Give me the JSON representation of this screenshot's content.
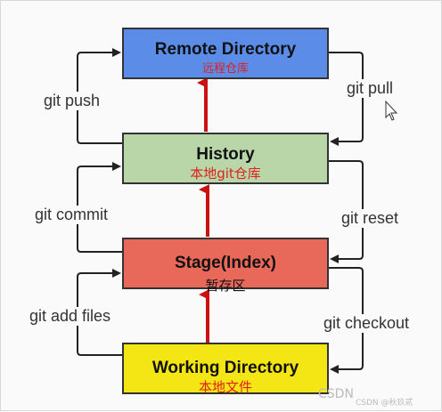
{
  "boxes": {
    "remote": {
      "title": "Remote Directory",
      "subtitle": "远程仓库"
    },
    "history": {
      "title": "History",
      "subtitle": "本地git仓库"
    },
    "stage": {
      "title": "Stage(Index)",
      "subtitle": "暂存区"
    },
    "working": {
      "title": "Working Directory",
      "subtitle": "本地文件"
    }
  },
  "arrows": {
    "push": "git push",
    "pull": "git pull",
    "commit": "git commit",
    "reset": "git reset",
    "add": "git add files",
    "checkout": "git checkout"
  },
  "watermark": {
    "main": "CSDN",
    "small": "CSDN @秋玖贰"
  },
  "colors": {
    "remote": "#5b8de8",
    "history": "#b9d6a9",
    "stage": "#e8685a",
    "working": "#f4e614",
    "up_arrow": "#cc1111",
    "connector": "#222222",
    "subtitle": "#e0201c"
  }
}
